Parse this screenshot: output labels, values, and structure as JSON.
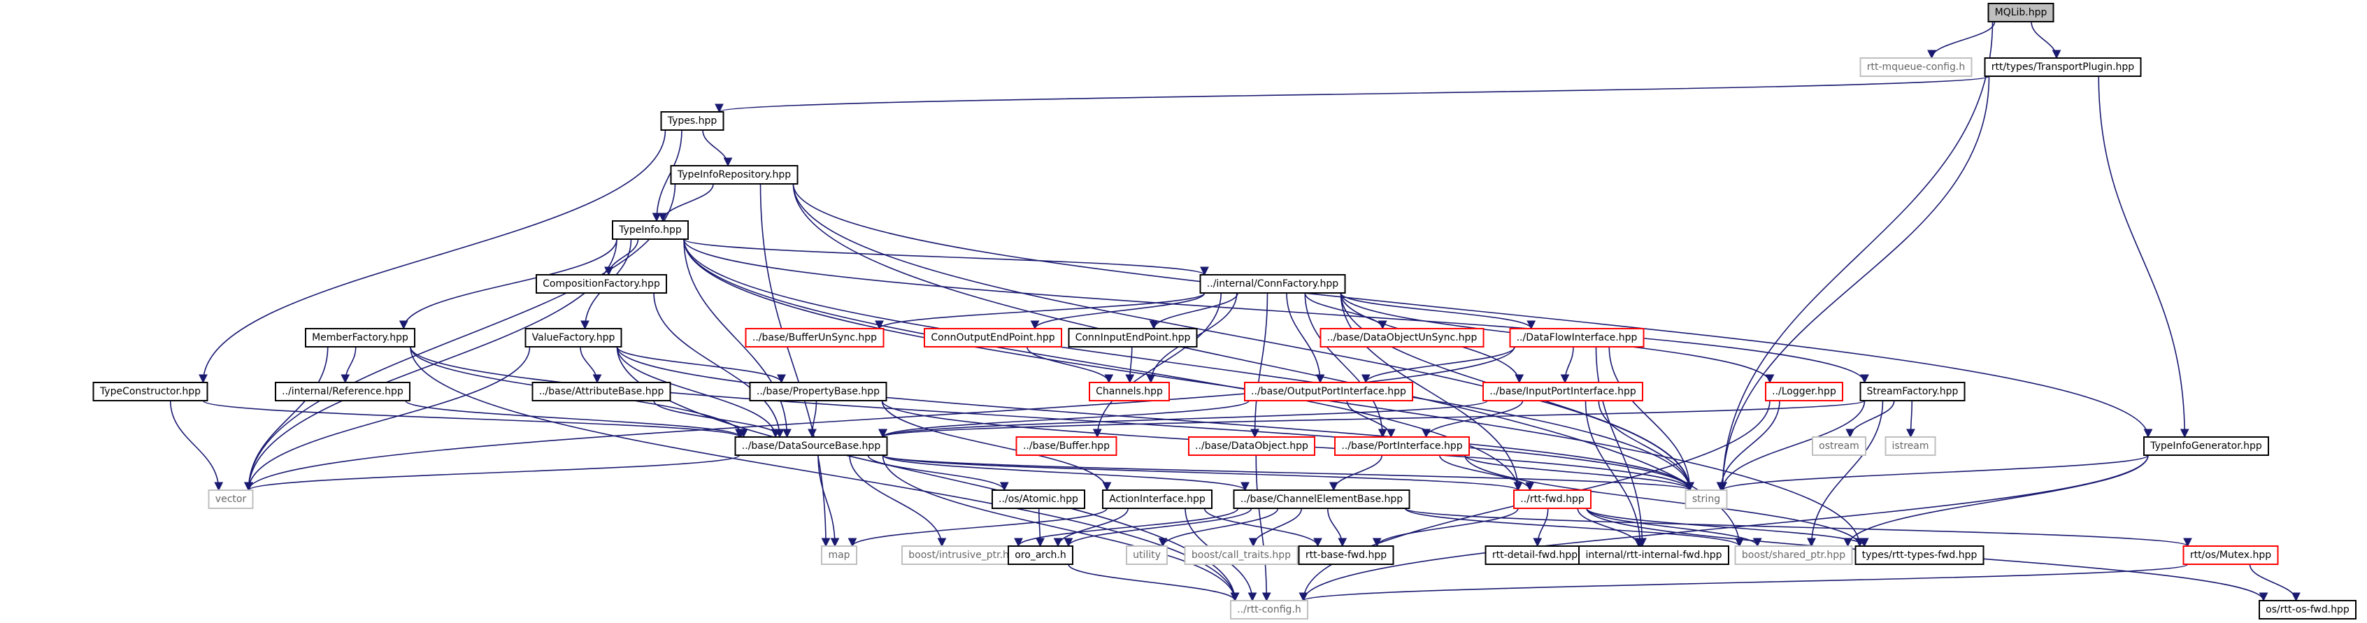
{
  "colors": {
    "edge": "#191970",
    "node_border": "#000000",
    "missing_border": "#ff0000",
    "external_border": "#bfbfbf",
    "root_fill": "#bfbfbf",
    "node_fill": "#ffffff",
    "text": "#000000",
    "external_text": "#666666"
  },
  "nodes": [
    {
      "id": "mqlib",
      "label": "MQLib.hpp",
      "kind": "root"
    },
    {
      "id": "mqcfg",
      "label": "rtt-mqueue-config.h",
      "kind": "external"
    },
    {
      "id": "transport",
      "label": "rtt/types/TransportPlugin.hpp",
      "kind": "normal"
    },
    {
      "id": "types",
      "label": "Types.hpp",
      "kind": "normal"
    },
    {
      "id": "typeinforepo",
      "label": "TypeInfoRepository.hpp",
      "kind": "normal"
    },
    {
      "id": "typeinfo",
      "label": "TypeInfo.hpp",
      "kind": "normal"
    },
    {
      "id": "compfactory",
      "label": "CompositionFactory.hpp",
      "kind": "normal"
    },
    {
      "id": "connfactory",
      "label": "../internal/ConnFactory.hpp",
      "kind": "normal"
    },
    {
      "id": "memberfactory",
      "label": "MemberFactory.hpp",
      "kind": "normal"
    },
    {
      "id": "valuefactory",
      "label": "ValueFactory.hpp",
      "kind": "normal"
    },
    {
      "id": "bufferunsync",
      "label": "../base/BufferUnSync.hpp",
      "kind": "missing"
    },
    {
      "id": "connoutput",
      "label": "ConnOutputEndPoint.hpp",
      "kind": "missing"
    },
    {
      "id": "conninput",
      "label": "ConnInputEndPoint.hpp",
      "kind": "normal"
    },
    {
      "id": "dataobjunsync",
      "label": "../base/DataObjectUnSync.hpp",
      "kind": "missing"
    },
    {
      "id": "dataflow",
      "label": "../DataFlowInterface.hpp",
      "kind": "missing"
    },
    {
      "id": "typeconstructor",
      "label": "TypeConstructor.hpp",
      "kind": "normal"
    },
    {
      "id": "reference",
      "label": "../internal/Reference.hpp",
      "kind": "normal"
    },
    {
      "id": "attributebase",
      "label": "../base/AttributeBase.hpp",
      "kind": "normal"
    },
    {
      "id": "propertybase",
      "label": "../base/PropertyBase.hpp",
      "kind": "normal"
    },
    {
      "id": "channels",
      "label": "Channels.hpp",
      "kind": "missing"
    },
    {
      "id": "outputport",
      "label": "../base/OutputPortInterface.hpp",
      "kind": "missing"
    },
    {
      "id": "inputport",
      "label": "../base/InputPortInterface.hpp",
      "kind": "missing"
    },
    {
      "id": "logger",
      "label": "../Logger.hpp",
      "kind": "missing"
    },
    {
      "id": "streamfactory",
      "label": "StreamFactory.hpp",
      "kind": "normal"
    },
    {
      "id": "ostream",
      "label": "ostream",
      "kind": "external"
    },
    {
      "id": "istream",
      "label": "istream",
      "kind": "external"
    },
    {
      "id": "datasourcebase",
      "label": "../base/DataSourceBase.hpp",
      "kind": "normal"
    },
    {
      "id": "buffer",
      "label": "../base/Buffer.hpp",
      "kind": "missing"
    },
    {
      "id": "dataobject",
      "label": "../base/DataObject.hpp",
      "kind": "missing"
    },
    {
      "id": "portinterface",
      "label": "../base/PortInterface.hpp",
      "kind": "missing"
    },
    {
      "id": "typeinfogen",
      "label": "TypeInfoGenerator.hpp",
      "kind": "normal"
    },
    {
      "id": "vector",
      "label": "vector",
      "kind": "external"
    },
    {
      "id": "atomic",
      "label": "../os/Atomic.hpp",
      "kind": "normal"
    },
    {
      "id": "actioninterface",
      "label": "ActionInterface.hpp",
      "kind": "normal"
    },
    {
      "id": "channelelementbase",
      "label": "../base/ChannelElementBase.hpp",
      "kind": "normal"
    },
    {
      "id": "rttfwd",
      "label": "../rtt-fwd.hpp",
      "kind": "missing"
    },
    {
      "id": "string",
      "label": "string",
      "kind": "external"
    },
    {
      "id": "map",
      "label": "map",
      "kind": "external"
    },
    {
      "id": "intrusive",
      "label": "boost/intrusive_ptr.hpp",
      "kind": "external"
    },
    {
      "id": "oroarch",
      "label": "oro_arch.h",
      "kind": "normal"
    },
    {
      "id": "utility",
      "label": "utility",
      "kind": "external"
    },
    {
      "id": "calltraits",
      "label": "boost/call_traits.hpp",
      "kind": "external"
    },
    {
      "id": "rttbasefwd",
      "label": "rtt-base-fwd.hpp",
      "kind": "normal"
    },
    {
      "id": "rttdetailfwd",
      "label": "rtt-detail-fwd.hpp",
      "kind": "normal"
    },
    {
      "id": "rttinternalfwd",
      "label": "internal/rtt-internal-fwd.hpp",
      "kind": "normal"
    },
    {
      "id": "sharedptr",
      "label": "boost/shared_ptr.hpp",
      "kind": "external"
    },
    {
      "id": "typesfwd",
      "label": "types/rtt-types-fwd.hpp",
      "kind": "normal"
    },
    {
      "id": "mutex",
      "label": "rtt/os/Mutex.hpp",
      "kind": "missing"
    },
    {
      "id": "rttconfig",
      "label": "../rtt-config.h",
      "kind": "external"
    },
    {
      "id": "osfwd",
      "label": "os/rtt-os-fwd.hpp",
      "kind": "normal"
    }
  ],
  "edges": [
    [
      "mqlib",
      "mqcfg"
    ],
    [
      "mqlib",
      "transport"
    ],
    [
      "mqlib",
      "string"
    ],
    [
      "transport",
      "types"
    ],
    [
      "transport",
      "typeinfogen"
    ],
    [
      "transport",
      "string"
    ],
    [
      "types",
      "typeinforepo"
    ],
    [
      "types",
      "typeinfo"
    ],
    [
      "types",
      "typeconstructor"
    ],
    [
      "typeinforepo",
      "typeinfo"
    ],
    [
      "typeinforepo",
      "vector"
    ],
    [
      "typeinforepo",
      "map"
    ],
    [
      "typeinforepo",
      "string"
    ],
    [
      "typeinforepo",
      "sharedptr"
    ],
    [
      "typeinforepo",
      "typeinfogen"
    ],
    [
      "typeinfo",
      "compfactory"
    ],
    [
      "typeinfo",
      "connfactory"
    ],
    [
      "typeinfo",
      "memberfactory"
    ],
    [
      "typeinfo",
      "valuefactory"
    ],
    [
      "typeinfo",
      "streamfactory"
    ],
    [
      "typeinfo",
      "datasourcebase"
    ],
    [
      "typeinfo",
      "vector"
    ],
    [
      "typeinfo",
      "string"
    ],
    [
      "typeinfo",
      "rttfwd"
    ],
    [
      "typeinfo",
      "typesfwd"
    ],
    [
      "compfactory",
      "datasourcebase"
    ],
    [
      "connfactory",
      "bufferunsync"
    ],
    [
      "connfactory",
      "connoutput"
    ],
    [
      "connfactory",
      "conninput"
    ],
    [
      "connfactory",
      "dataobjunsync"
    ],
    [
      "connfactory",
      "dataflow"
    ],
    [
      "connfactory",
      "outputport"
    ],
    [
      "connfactory",
      "inputport"
    ],
    [
      "connfactory",
      "logger"
    ],
    [
      "connfactory",
      "buffer"
    ],
    [
      "connfactory",
      "dataobject"
    ],
    [
      "connfactory",
      "portinterface"
    ],
    [
      "connfactory",
      "channels"
    ],
    [
      "connfactory",
      "string"
    ],
    [
      "connfactory",
      "rttfwd"
    ],
    [
      "memberfactory",
      "datasourcebase"
    ],
    [
      "memberfactory",
      "reference"
    ],
    [
      "memberfactory",
      "vector"
    ],
    [
      "memberfactory",
      "string"
    ],
    [
      "memberfactory",
      "rttconfig"
    ],
    [
      "valuefactory",
      "attributebase"
    ],
    [
      "valuefactory",
      "propertybase"
    ],
    [
      "valuefactory",
      "datasourcebase"
    ],
    [
      "valuefactory",
      "vector"
    ],
    [
      "valuefactory",
      "string"
    ],
    [
      "valuefactory",
      "rttconfig"
    ],
    [
      "connoutput",
      "channels"
    ],
    [
      "conninput",
      "channels"
    ],
    [
      "dataflow",
      "outputport"
    ],
    [
      "dataflow",
      "inputport"
    ],
    [
      "dataflow",
      "vector"
    ],
    [
      "dataflow",
      "string"
    ],
    [
      "dataflow",
      "rttinternalfwd"
    ],
    [
      "typeconstructor",
      "datasourcebase"
    ],
    [
      "typeconstructor",
      "vector"
    ],
    [
      "reference",
      "datasourcebase"
    ],
    [
      "attributebase",
      "datasourcebase"
    ],
    [
      "propertybase",
      "datasourcebase"
    ],
    [
      "propertybase",
      "string"
    ],
    [
      "propertybase",
      "actioninterface"
    ],
    [
      "outputport",
      "portinterface"
    ],
    [
      "outputport",
      "datasourcebase"
    ],
    [
      "inputport",
      "portinterface"
    ],
    [
      "inputport",
      "datasourcebase"
    ],
    [
      "inputport",
      "string"
    ],
    [
      "inputport",
      "rttinternalfwd"
    ],
    [
      "logger",
      "string"
    ],
    [
      "logger",
      "rttconfig"
    ],
    [
      "streamfactory",
      "datasourcebase"
    ],
    [
      "streamfactory",
      "ostream"
    ],
    [
      "streamfactory",
      "istream"
    ],
    [
      "streamfactory",
      "string"
    ],
    [
      "streamfactory",
      "sharedptr"
    ],
    [
      "datasourcebase",
      "vector"
    ],
    [
      "datasourcebase",
      "string"
    ],
    [
      "datasourcebase",
      "map"
    ],
    [
      "datasourcebase",
      "intrusive"
    ],
    [
      "datasourcebase",
      "atomic"
    ],
    [
      "datasourcebase",
      "rttconfig"
    ],
    [
      "datasourcebase",
      "rttfwd"
    ],
    [
      "datasourcebase",
      "channelelementbase"
    ],
    [
      "dataobject",
      "rttconfig"
    ],
    [
      "portinterface",
      "channelelementbase"
    ],
    [
      "portinterface",
      "rttfwd"
    ],
    [
      "portinterface",
      "string"
    ],
    [
      "portinterface",
      "typesfwd"
    ],
    [
      "typeinfogen",
      "string"
    ],
    [
      "typeinfogen",
      "sharedptr"
    ],
    [
      "typeinfogen",
      "rttconfig"
    ],
    [
      "atomic",
      "oroarch"
    ],
    [
      "actioninterface",
      "oroarch"
    ],
    [
      "actioninterface",
      "map"
    ],
    [
      "actioninterface",
      "rttbasefwd"
    ],
    [
      "actioninterface",
      "rttconfig"
    ],
    [
      "channelelementbase",
      "oroarch"
    ],
    [
      "channelelementbase",
      "utility"
    ],
    [
      "channelelementbase",
      "calltraits"
    ],
    [
      "channelelementbase",
      "rttbasefwd"
    ],
    [
      "channelelementbase",
      "sharedptr"
    ],
    [
      "channelelementbase",
      "mutex"
    ],
    [
      "channelelementbase",
      "intrusive"
    ],
    [
      "rttfwd",
      "rttdetailfwd"
    ],
    [
      "rttfwd",
      "rttinternalfwd"
    ],
    [
      "rttfwd",
      "rttbasefwd"
    ],
    [
      "rttfwd",
      "sharedptr"
    ],
    [
      "rttfwd",
      "typesfwd"
    ],
    [
      "rttfwd",
      "osfwd"
    ],
    [
      "mutex",
      "osfwd"
    ],
    [
      "mutex",
      "rttconfig"
    ],
    [
      "oroarch",
      "rttconfig"
    ]
  ]
}
